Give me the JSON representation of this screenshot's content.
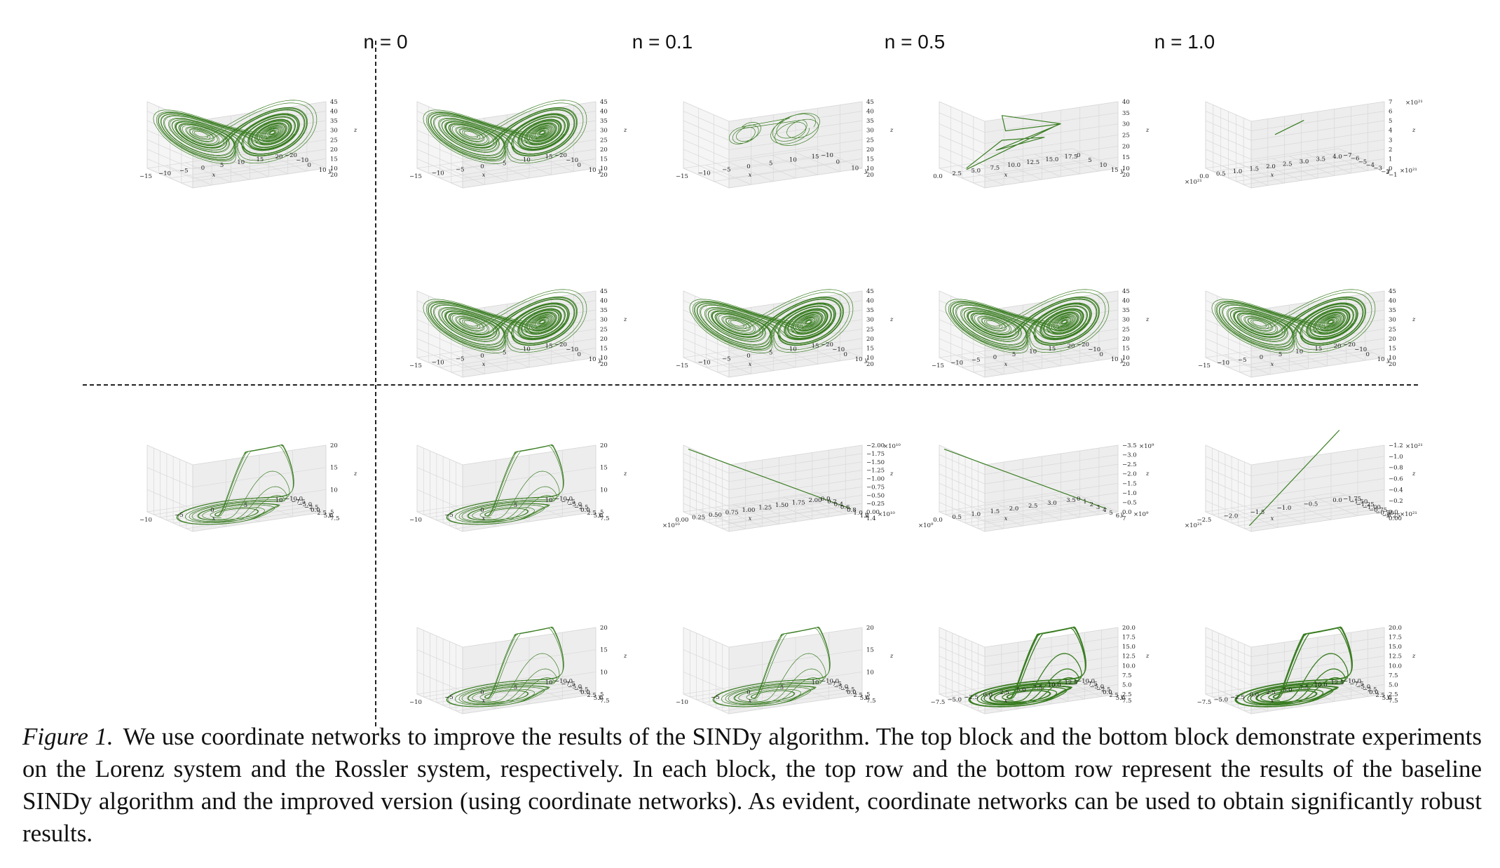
{
  "column_headers": [
    "n = 0",
    "n = 0.1",
    "n = 0.5",
    "n = 1.0"
  ],
  "caption": {
    "label": "Figure 1.",
    "text": "We use coordinate networks to improve the results of the SINDy algorithm. The top block and the bottom block demonstrate experiments on the Lorenz system and the Rossler system, respectively. In each block, the top row and the bottom row represent the results of the baseline SINDy algorithm and the improved version (using coordinate networks). As evident, coordinate networks can be used to obtain significantly robust results."
  },
  "colors": {
    "trajectory": "#3a7d22",
    "grid": "#d8d8d8",
    "pane": "#f2f2f2",
    "separator": "#222222"
  },
  "chart_data": [
    {
      "type": "line",
      "system": "lorenz",
      "shape": "lorenz",
      "row": 0,
      "col": 0,
      "xticks": [
        "−15",
        "−10",
        "−5",
        "0",
        "5",
        "10",
        "15",
        "20"
      ],
      "yticks": [
        "−20",
        "−10",
        "0",
        "10",
        "20"
      ],
      "zticks": [
        "10",
        "15",
        "20",
        "25",
        "30",
        "35",
        "40",
        "45"
      ],
      "xlabel": "x",
      "ylabel": "y",
      "zlabel": "z"
    },
    {
      "type": "line",
      "system": "lorenz",
      "shape": "lorenz",
      "row": 0,
      "col": 1,
      "noise": "n = 0",
      "xticks": [
        "−15",
        "−10",
        "−5",
        "0",
        "5",
        "10",
        "15"
      ],
      "yticks": [
        "−20",
        "−10",
        "0",
        "10",
        "20"
      ],
      "zticks": [
        "10",
        "15",
        "20",
        "25",
        "30",
        "35",
        "40",
        "45"
      ],
      "xlabel": "x",
      "ylabel": "y",
      "zlabel": "z"
    },
    {
      "type": "line",
      "system": "lorenz",
      "shape": "lorenz-sparse",
      "row": 0,
      "col": 2,
      "noise": "n = 0.1",
      "xticks": [
        "−15",
        "−10",
        "−5",
        "0",
        "5",
        "10",
        "15"
      ],
      "yticks": [
        "−10",
        "0",
        "10",
        "20"
      ],
      "zticks": [
        "10",
        "15",
        "20",
        "25",
        "30",
        "35",
        "40",
        "45"
      ],
      "xlabel": "x",
      "ylabel": "y",
      "zlabel": "z"
    },
    {
      "type": "line",
      "system": "lorenz",
      "shape": "wedge",
      "row": 0,
      "col": 3,
      "noise": "n = 0.5",
      "xticks": [
        "0.0",
        "2.5",
        "5.0",
        "7.5",
        "10.0",
        "12.5",
        "15.0",
        "17.5"
      ],
      "yticks": [
        "0",
        "5",
        "10",
        "15",
        "20"
      ],
      "zticks": [
        "10",
        "15",
        "20",
        "25",
        "30",
        "35",
        "40"
      ],
      "xlabel": "x",
      "ylabel": "y",
      "zlabel": "z"
    },
    {
      "type": "line",
      "system": "lorenz",
      "shape": "short-line",
      "row": 0,
      "col": 4,
      "noise": "n = 1.0",
      "xticks": [
        "0.0",
        "0.5",
        "1.0",
        "1.5",
        "2.0",
        "2.5",
        "3.0",
        "3.5",
        "4.0"
      ],
      "yticks": [
        "−7",
        "−6",
        "−5",
        "−4",
        "−3",
        "−2",
        "−1"
      ],
      "zticks": [
        "0",
        "1",
        "2",
        "3",
        "4",
        "5",
        "6",
        "7"
      ],
      "xlabel": "x",
      "ylabel": "y",
      "zlabel": "z",
      "xmult": "×10²¹",
      "ymult": "×10²¹",
      "zmult": "×10²¹"
    },
    {
      "type": "line",
      "system": "lorenz",
      "shape": "lorenz",
      "row": 1,
      "col": 1,
      "noise": "n = 0",
      "xticks": [
        "−15",
        "−10",
        "−5",
        "0",
        "5",
        "10",
        "15"
      ],
      "yticks": [
        "−20",
        "−10",
        "0",
        "10",
        "20"
      ],
      "zticks": [
        "10",
        "15",
        "20",
        "25",
        "30",
        "35",
        "40",
        "45"
      ],
      "xlabel": "x",
      "ylabel": "y",
      "zlabel": "z"
    },
    {
      "type": "line",
      "system": "lorenz",
      "shape": "lorenz",
      "row": 1,
      "col": 2,
      "noise": "n = 0.1",
      "xticks": [
        "−15",
        "−10",
        "−5",
        "0",
        "5",
        "10",
        "15"
      ],
      "yticks": [
        "−20",
        "−10",
        "0",
        "10",
        "20"
      ],
      "zticks": [
        "10",
        "15",
        "20",
        "25",
        "30",
        "35",
        "40",
        "45"
      ],
      "xlabel": "x",
      "ylabel": "y",
      "zlabel": "z"
    },
    {
      "type": "line",
      "system": "lorenz",
      "shape": "lorenz",
      "row": 1,
      "col": 3,
      "noise": "n = 0.5",
      "xticks": [
        "−15",
        "−10",
        "−5",
        "0",
        "5",
        "10",
        "15",
        "20"
      ],
      "yticks": [
        "−20",
        "−10",
        "0",
        "10",
        "20"
      ],
      "zticks": [
        "10",
        "15",
        "20",
        "25",
        "30",
        "35",
        "40",
        "45"
      ],
      "xlabel": "x",
      "ylabel": "y",
      "zlabel": "z"
    },
    {
      "type": "line",
      "system": "lorenz",
      "shape": "lorenz",
      "row": 1,
      "col": 4,
      "noise": "n = 1.0",
      "xticks": [
        "−15",
        "−10",
        "−5",
        "0",
        "5",
        "10",
        "15",
        "20"
      ],
      "yticks": [
        "−20",
        "−10",
        "0",
        "10",
        "20"
      ],
      "zticks": [
        "10",
        "15",
        "20",
        "25",
        "30",
        "35",
        "40",
        "45"
      ],
      "xlabel": "x",
      "ylabel": "y",
      "zlabel": "z"
    },
    {
      "type": "line",
      "system": "rossler",
      "shape": "rossler",
      "row": 2,
      "col": 0,
      "xticks": [
        "−10",
        "−5",
        "0",
        "5",
        "10"
      ],
      "yticks": [
        "−10.0",
        "−7.5",
        "−5.0",
        "−2.5",
        "0.0",
        "2.5",
        "5.0",
        "7.5"
      ],
      "zticks": [
        "5",
        "10",
        "15",
        "20"
      ],
      "xlabel": "x",
      "ylabel": "y",
      "zlabel": "z"
    },
    {
      "type": "line",
      "system": "rossler",
      "shape": "rossler",
      "row": 2,
      "col": 1,
      "noise": "n = 0",
      "xticks": [
        "−10",
        "−5",
        "0",
        "5",
        "10"
      ],
      "yticks": [
        "−10.0",
        "−7.5",
        "−5.0",
        "−2.5",
        "0.0",
        "2.5",
        "5.0",
        "7.5"
      ],
      "zticks": [
        "5",
        "10",
        "15",
        "20"
      ],
      "xlabel": "x",
      "ylabel": "y",
      "zlabel": "z"
    },
    {
      "type": "line",
      "system": "rossler",
      "shape": "line-down",
      "row": 2,
      "col": 2,
      "noise": "n = 0.1",
      "xticks": [
        "0.00",
        "0.25",
        "0.50",
        "0.75",
        "1.00",
        "1.25",
        "1.50",
        "1.75",
        "2.00"
      ],
      "yticks": [
        "0.0",
        "0.2",
        "0.4",
        "0.6",
        "0.8",
        "1.0",
        "1.2",
        "1.4"
      ],
      "zticks": [
        "0.00",
        "−0.25",
        "−0.50",
        "−0.75",
        "−1.00",
        "−1.25",
        "−1.50",
        "−1.75",
        "−2.00"
      ],
      "xlabel": "x",
      "ylabel": "y",
      "zlabel": "z",
      "xmult": "×10¹⁰",
      "ymult": "×10¹⁰",
      "zmult": "×10¹⁰"
    },
    {
      "type": "line",
      "system": "rossler",
      "shape": "line-down",
      "row": 2,
      "col": 3,
      "noise": "n = 0.5",
      "xticks": [
        "0.0",
        "0.5",
        "1.0",
        "1.5",
        "2.0",
        "2.5",
        "3.0",
        "3.5"
      ],
      "yticks": [
        "0",
        "1",
        "2",
        "3",
        "4",
        "5",
        "6",
        "7"
      ],
      "zticks": [
        "0.0",
        "−0.5",
        "−1.0",
        "−1.5",
        "−2.0",
        "−2.5",
        "−3.0",
        "−3.5"
      ],
      "xlabel": "x",
      "ylabel": "y",
      "zlabel": "z",
      "xmult": "×10⁹",
      "ymult": "×10⁹",
      "zmult": "×10⁹"
    },
    {
      "type": "line",
      "system": "rossler",
      "shape": "line-up",
      "row": 2,
      "col": 4,
      "noise": "n = 1.0",
      "xticks": [
        "−2.5",
        "−2.0",
        "−1.5",
        "−1.0",
        "−0.5",
        "0.0"
      ],
      "yticks": [
        "−1.75",
        "−1.50",
        "−1.25",
        "−1.00",
        "−0.75",
        "−0.50",
        "−0.25",
        "0.00"
      ],
      "zticks": [
        "0.0",
        "−0.2",
        "−0.4",
        "−0.6",
        "−0.8",
        "−1.0",
        "−1.2"
      ],
      "xlabel": "x",
      "ylabel": "y",
      "zlabel": "z",
      "xmult": "×10²¹",
      "ymult": "×10²¹",
      "zmult": "×10²¹"
    },
    {
      "type": "line",
      "system": "rossler",
      "shape": "rossler",
      "row": 3,
      "col": 1,
      "noise": "n = 0",
      "xticks": [
        "−10",
        "−5",
        "0",
        "5",
        "10"
      ],
      "yticks": [
        "−10.0",
        "−7.5",
        "−5.0",
        "−2.5",
        "0.0",
        "2.5",
        "5.0",
        "7.5"
      ],
      "zticks": [
        "5",
        "10",
        "15",
        "20"
      ],
      "xlabel": "x",
      "ylabel": "y",
      "zlabel": "z"
    },
    {
      "type": "line",
      "system": "rossler",
      "shape": "rossler",
      "row": 3,
      "col": 2,
      "noise": "n = 0.1",
      "xticks": [
        "−10",
        "−5",
        "0",
        "5",
        "10"
      ],
      "yticks": [
        "−10.0",
        "−7.5",
        "−5.0",
        "−2.5",
        "0.0",
        "2.5",
        "5.0",
        "7.5"
      ],
      "zticks": [
        "5",
        "10",
        "15",
        "20"
      ],
      "xlabel": "x",
      "ylabel": "y",
      "zlabel": "z"
    },
    {
      "type": "line",
      "system": "rossler",
      "shape": "rossler-thick",
      "row": 3,
      "col": 3,
      "noise": "n = 0.5",
      "xticks": [
        "−7.5",
        "−5.0",
        "−2.5",
        "0.0",
        "2.5",
        "5.0",
        "7.5",
        "10.0",
        "12.5"
      ],
      "yticks": [
        "−10.0",
        "−7.5",
        "−5.0",
        "−2.5",
        "0.0",
        "2.5",
        "5.0",
        "7.5"
      ],
      "zticks": [
        "2.5",
        "5.0",
        "7.5",
        "10.0",
        "12.5",
        "15.0",
        "17.5",
        "20.0"
      ],
      "xlabel": "x",
      "ylabel": "y",
      "zlabel": "z"
    },
    {
      "type": "line",
      "system": "rossler",
      "shape": "rossler-thick",
      "row": 3,
      "col": 4,
      "noise": "n = 1.0",
      "xticks": [
        "−7.5",
        "−5.0",
        "−2.5",
        "0.0",
        "2.5",
        "5.0",
        "7.5",
        "10.0",
        "12.5"
      ],
      "yticks": [
        "−10.0",
        "−7.5",
        "−5.0",
        "−2.5",
        "0.0",
        "2.5",
        "5.0",
        "7.5"
      ],
      "zticks": [
        "2.5",
        "5.0",
        "7.5",
        "10.0",
        "12.5",
        "15.0",
        "17.5",
        "20.0"
      ],
      "xlabel": "x",
      "ylabel": "y",
      "zlabel": "z"
    }
  ]
}
